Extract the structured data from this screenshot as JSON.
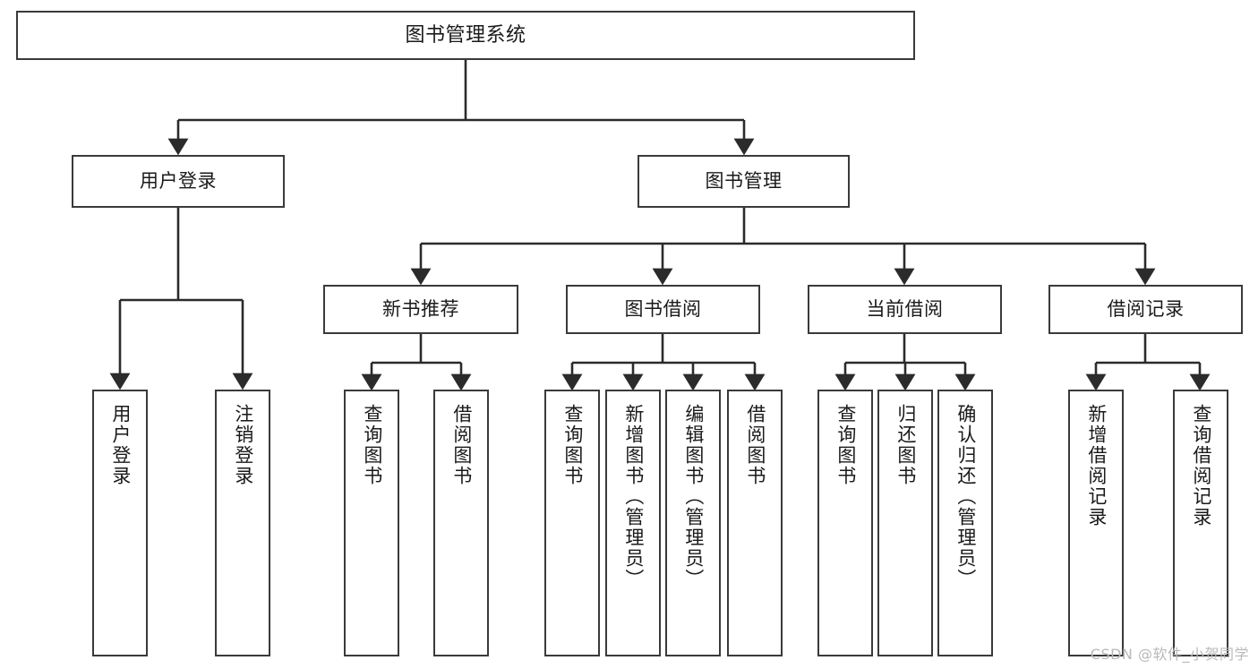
{
  "diagram": {
    "title": "图书管理系统",
    "watermark": "CSDN @软件_小贺同学",
    "colors": {
      "box_border": "#3a3a3a",
      "box_fill": "#ffffff",
      "connector": "#2b2b2b",
      "text": "#1a1a1a",
      "watermark": "#b9b9b9",
      "background": "#ffffff"
    },
    "root": {
      "label": "图书管理系统"
    },
    "level2": [
      {
        "label": "用户登录"
      },
      {
        "label": "图书管理"
      }
    ],
    "level3": [
      {
        "label": "新书推荐"
      },
      {
        "label": "图书借阅"
      },
      {
        "label": "当前借阅"
      },
      {
        "label": "借阅记录"
      }
    ],
    "leaves": {
      "user_login": [
        {
          "label": "用户登录"
        },
        {
          "label": "注销登录"
        }
      ],
      "new_book_recommend": [
        {
          "label": "查询图书"
        },
        {
          "label": "借阅图书"
        }
      ],
      "book_borrow": [
        {
          "label": "查询图书"
        },
        {
          "label": "新增图书（管理员）"
        },
        {
          "label": "编辑图书（管理员）"
        },
        {
          "label": "借阅图书"
        }
      ],
      "current_borrow": [
        {
          "label": "查询图书"
        },
        {
          "label": "归还图书"
        },
        {
          "label": "确认归还（管理员）"
        }
      ],
      "borrow_record": [
        {
          "label": "新增借阅记录"
        },
        {
          "label": "查询借阅记录"
        }
      ]
    }
  }
}
